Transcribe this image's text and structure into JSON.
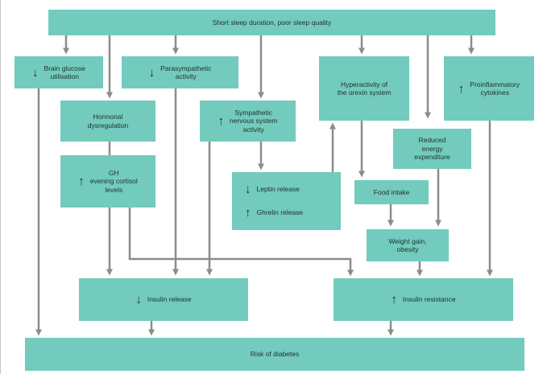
{
  "icons": {
    "down": "↓",
    "up": "↑"
  },
  "nodes": {
    "sleep": "Short sleep duration, poor sleep quality",
    "brain_glucose": "Brain glucose\nutilisation",
    "parasympathetic": "Parasympathetic\nactivity",
    "orexin": "Hyperactivity of\nthe orexin system",
    "proinflammatory": "Proinflammatory\ncytokines",
    "hormonal": "Hormonal\ndysregulation",
    "sympathetic": "Sympathetic\nnervous system\nactivity",
    "reduced_energy": "Reduced\nenergy\nexpenditure",
    "gh": "GH\nevening cortisol\nlevels",
    "leptin": "Leptin release",
    "ghrelin": "Ghrelin release",
    "food_intake": "Food intake",
    "weight_gain": "Weight gain,\nobesity",
    "insulin_release": "Insulin release",
    "insulin_resistance": "Insulin resistance",
    "risk": "Risk of diabetes"
  },
  "colors": {
    "box_fill": "#72cbbd",
    "connector": "#8c8c8c",
    "text": "#1f2f2c"
  }
}
